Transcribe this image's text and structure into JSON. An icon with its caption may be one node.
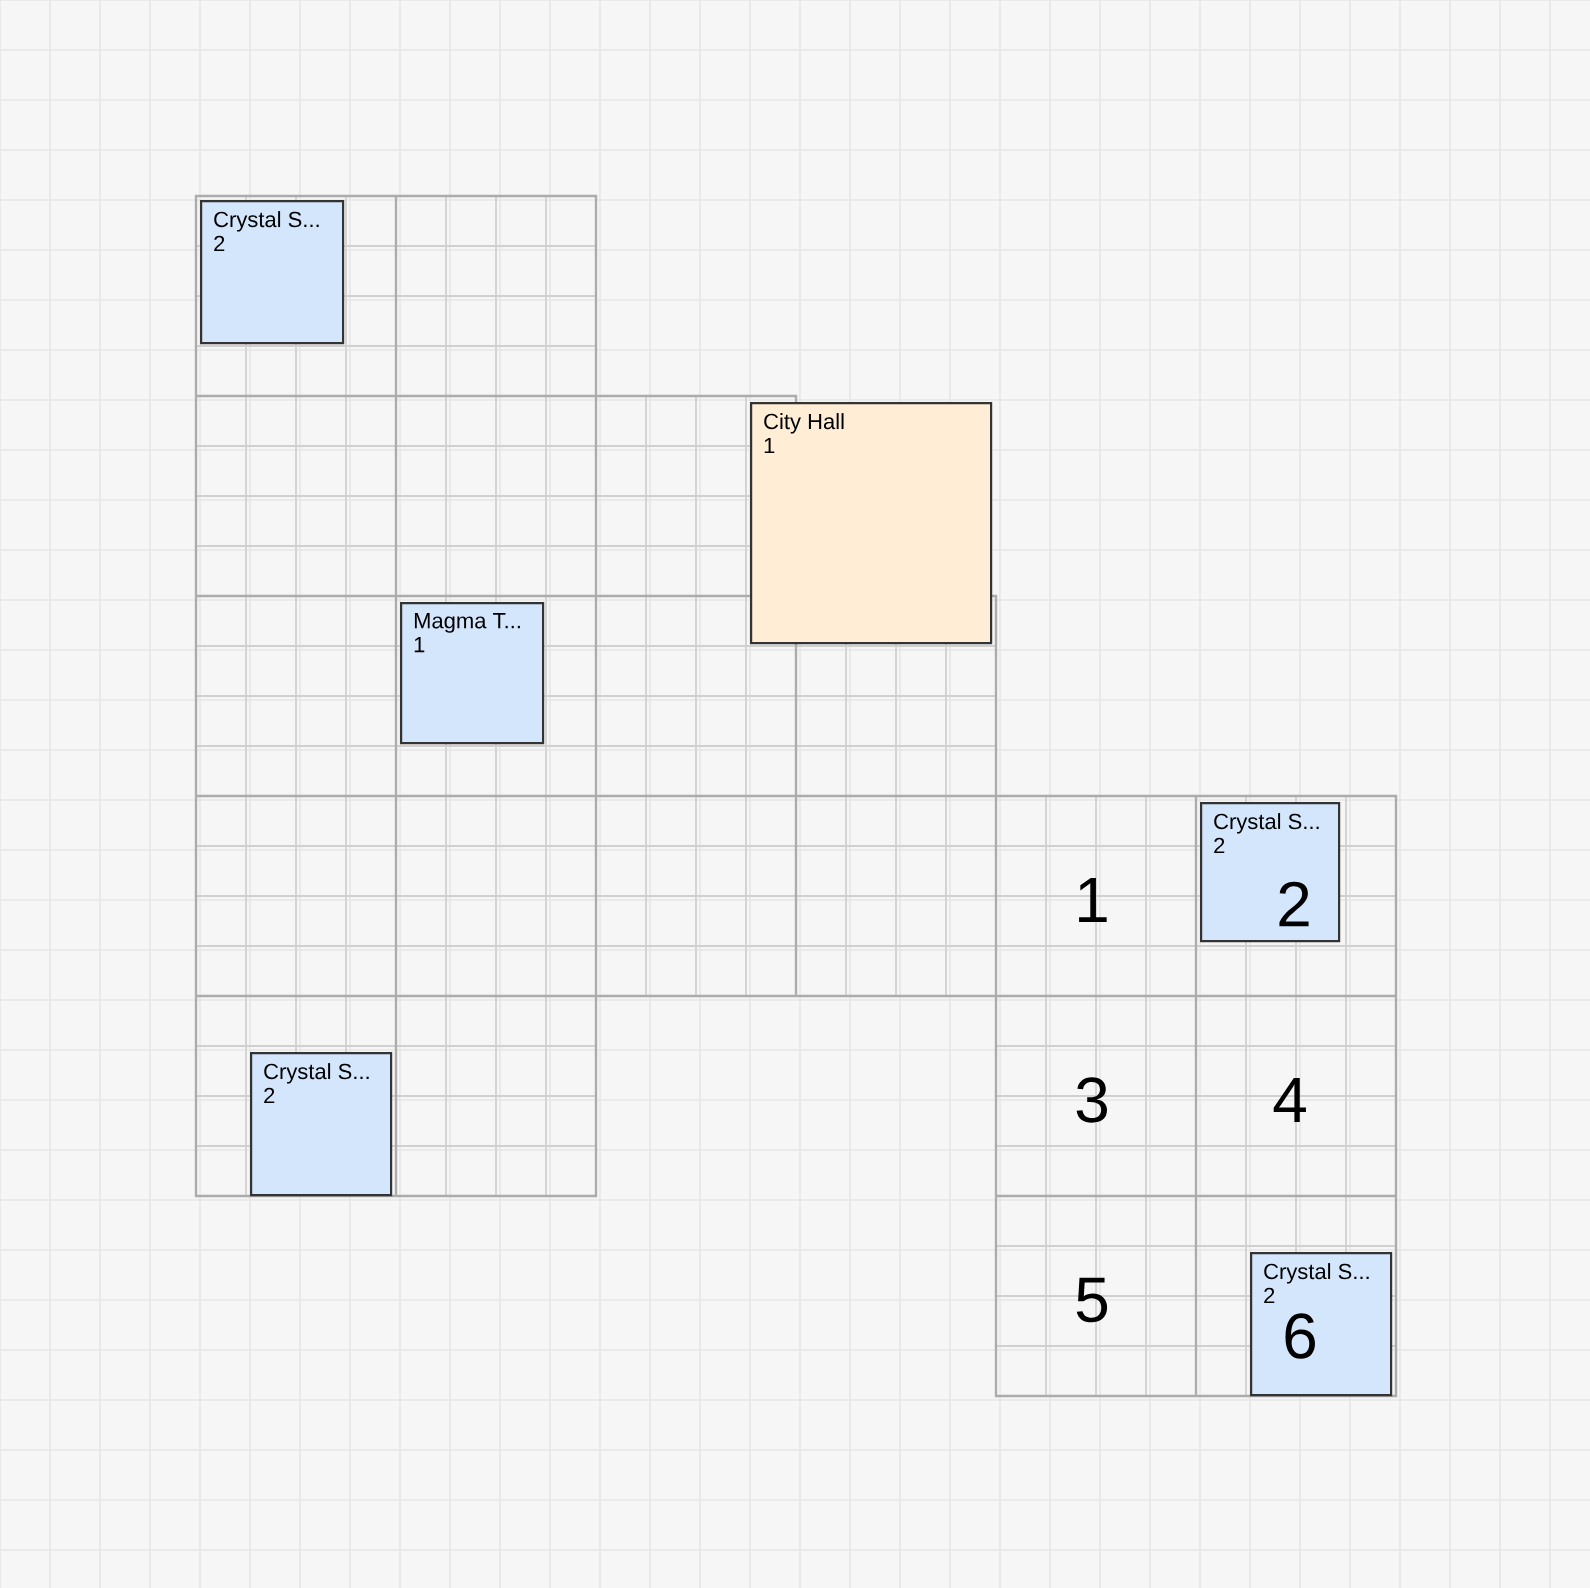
{
  "diagram": {
    "nodes": [
      {
        "text": [
          "Crystal S...",
          "2"
        ]
      },
      {
        "text": [
          "City Hall",
          "1"
        ]
      },
      {
        "text": [
          "Magma T...",
          "1"
        ]
      },
      {
        "text": [
          "Crystal S...",
          "2"
        ]
      },
      {
        "text": [
          "Crystal S...",
          "2"
        ]
      },
      {
        "text": [
          "Crystal S...",
          "2"
        ]
      }
    ],
    "labels": [
      "1",
      "2",
      "3",
      "4",
      "5",
      "6"
    ]
  }
}
